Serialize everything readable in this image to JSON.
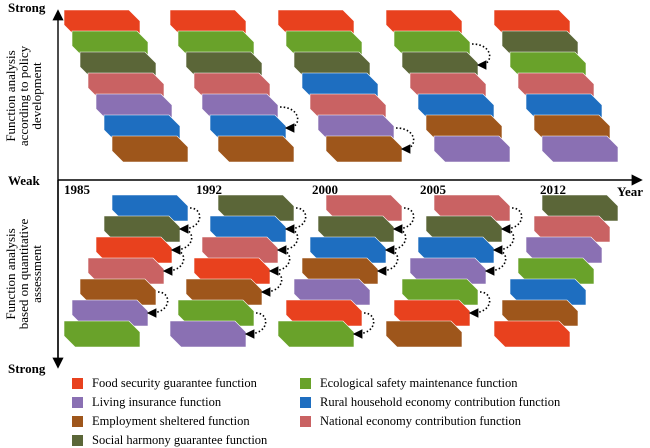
{
  "axis": {
    "top_label": "Strong",
    "middle_label": "Weak",
    "bottom_label": "Strong",
    "x_label": "Year",
    "upper_title": [
      "Function analysis",
      "according to policy",
      "development"
    ],
    "lower_title": [
      "Function analysis",
      "based on quantitative",
      "assessment"
    ]
  },
  "years": [
    "1985",
    "1992",
    "2000",
    "2005",
    "2012"
  ],
  "functions": {
    "food": {
      "name": "Food security guarantee function",
      "color": "#e8411e"
    },
    "living": {
      "name": "Living insurance function",
      "color": "#8a70b3"
    },
    "employ": {
      "name": "Employment sheltered function",
      "color": "#9e561b"
    },
    "harmony": {
      "name": "Social harmony guarantee function",
      "color": "#5b6638"
    },
    "ecology": {
      "name": "Ecological safety maintenance function",
      "color": "#69a22a"
    },
    "household": {
      "name": "Rural household economy contribution function",
      "color": "#1e6ec0"
    },
    "national": {
      "name": "National economy contribution function",
      "color": "#c96263"
    }
  },
  "legend_left": [
    "food",
    "living",
    "employ",
    "harmony"
  ],
  "legend_right": [
    "ecology",
    "household",
    "national"
  ],
  "upper_ranking": [
    [
      "food",
      "ecology",
      "harmony",
      "national",
      "living",
      "household",
      "employ"
    ],
    [
      "food",
      "ecology",
      "harmony",
      "national",
      "living",
      "household",
      "employ"
    ],
    [
      "food",
      "ecology",
      "harmony",
      "household",
      "national",
      "living",
      "employ"
    ],
    [
      "food",
      "ecology",
      "harmony",
      "national",
      "household",
      "employ",
      "living"
    ],
    [
      "food",
      "harmony",
      "ecology",
      "national",
      "household",
      "employ",
      "living"
    ]
  ],
  "lower_ranking": [
    [
      "household",
      "harmony",
      "food",
      "national",
      "employ",
      "living",
      "ecology"
    ],
    [
      "harmony",
      "household",
      "national",
      "food",
      "employ",
      "ecology",
      "living"
    ],
    [
      "national",
      "harmony",
      "household",
      "employ",
      "living",
      "food",
      "ecology"
    ],
    [
      "national",
      "harmony",
      "household",
      "living",
      "ecology",
      "food",
      "employ"
    ],
    [
      "harmony",
      "national",
      "living",
      "ecology",
      "household",
      "employ",
      "food"
    ]
  ],
  "upper_swaps": [
    [],
    [
      [
        4,
        5
      ]
    ],
    [
      [
        5,
        6
      ]
    ],
    [
      [
        1,
        2
      ]
    ],
    []
  ],
  "lower_swaps": [
    [
      [
        0,
        1
      ],
      [
        1,
        2
      ],
      [
        2,
        3
      ],
      [
        4,
        5
      ]
    ],
    [
      [
        0,
        1
      ],
      [
        1,
        2
      ],
      [
        2,
        3
      ],
      [
        3,
        4
      ],
      [
        5,
        6
      ]
    ],
    [
      [
        0,
        1
      ],
      [
        1,
        2
      ],
      [
        2,
        3
      ],
      [
        5,
        6
      ]
    ],
    [
      [
        0,
        1
      ],
      [
        1,
        2
      ],
      [
        2,
        3
      ],
      [
        4,
        5
      ]
    ],
    []
  ]
}
